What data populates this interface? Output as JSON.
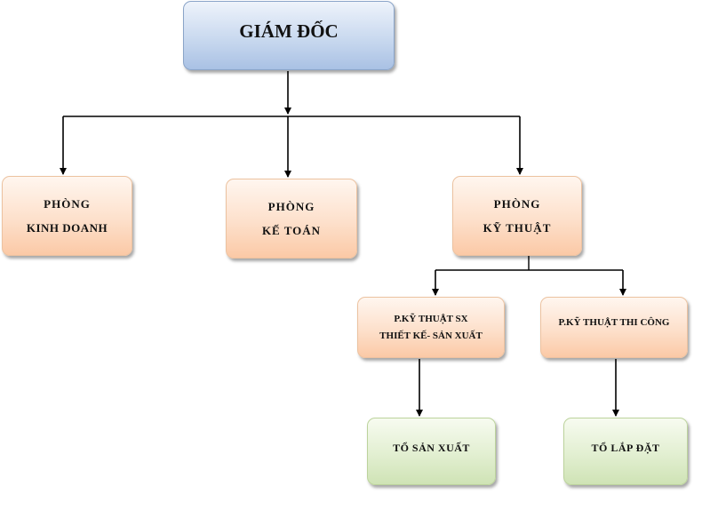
{
  "org_chart": {
    "director": "GIÁM ĐỐC",
    "sales": {
      "line1": "PHÒNG",
      "line2": "KINH DOANH"
    },
    "accounting": {
      "line1": "PHÒNG",
      "line2": "KẾ TOÁN"
    },
    "technical": {
      "line1": "PHÒNG",
      "line2": "KỸ THUẬT"
    },
    "tech_production": {
      "line1": "P.KỸ THUẬT SX",
      "line2": "THIẾT KẾ- SẢN XUẤT"
    },
    "tech_construction": {
      "line1": "P.KỸ THUẬT THI CÔNG"
    },
    "production_team": "TỔ SẢN XUẤT",
    "installation_team": "TỔ LẮP ĐẶT"
  }
}
